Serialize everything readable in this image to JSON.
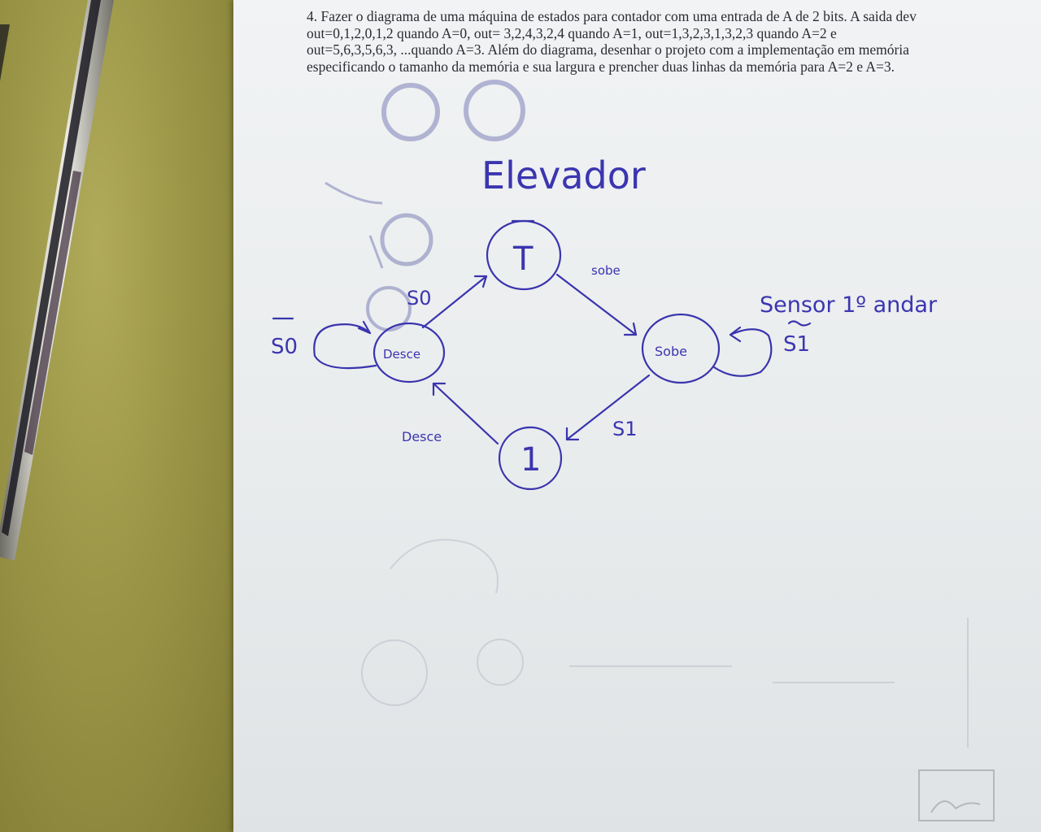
{
  "question": {
    "lines": [
      "4. Fazer o diagrama de uma máquina de estados para contador com uma entrada de A de 2 bits. A saida dev",
      "out=0,1,2,0,1,2 quando A=0,  out= 3,2,4,3,2,4 quando A=1, out=1,3,2,3,1,3,2,3 quando A=2 e",
      "out=5,6,3,5,6,3, ...quando A=3. Além do diagrama, desenhar o projeto com a implementação em memória",
      "especificando o tamanho da memória e sua largura e prencher duas linhas da memória para A=2 e A=3."
    ]
  },
  "diagram": {
    "title": "Elevador",
    "states": {
      "top": "T",
      "left": "Desce",
      "right": "Sobe",
      "bottom": "1"
    },
    "edges": {
      "left_to_top": "S0",
      "top_to_right": "sobe",
      "right_to_bottom": "S1",
      "bottom_to_left": "Desce",
      "left_self": "S0",
      "right_self": "S1"
    },
    "note": "Sensor 1º andar"
  },
  "colors": {
    "ink": "#3a34ad",
    "desk": "#8f8a3e",
    "paper": "#eceff0"
  }
}
